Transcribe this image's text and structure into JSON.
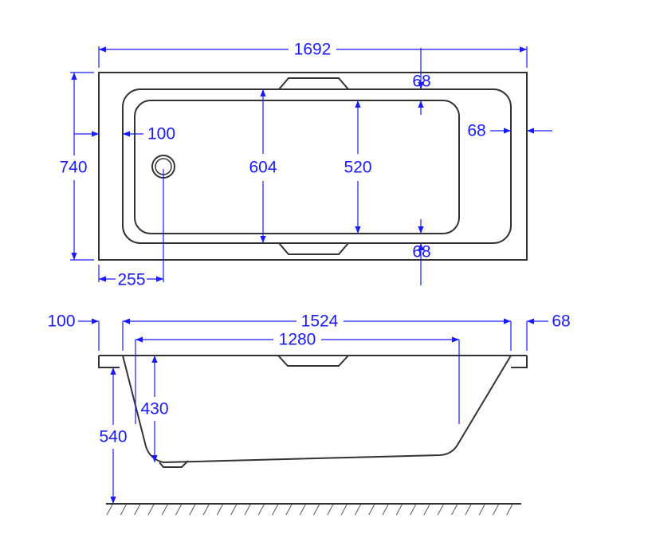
{
  "colors": {
    "outline": "#333333",
    "dimension": "#1a1aff"
  },
  "top_view": {
    "overall_length": "1692",
    "overall_width": "740",
    "rim_left": "100",
    "bowl_width_top": "604",
    "bowl_width_bottom": "520",
    "rim_top": "68",
    "rim_bottom": "68",
    "rim_right": "68",
    "drain_offset": "255"
  },
  "side_view": {
    "rim_left": "100",
    "top_inner_length": "1524",
    "bottom_length": "1280",
    "rim_right": "68",
    "depth": "430",
    "height": "540"
  }
}
